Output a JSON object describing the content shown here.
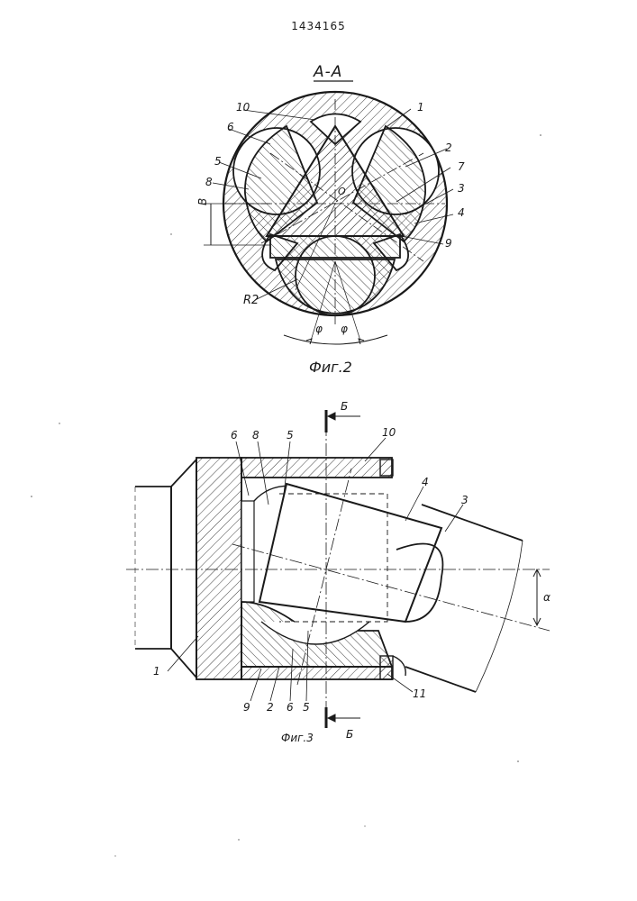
{
  "header": {
    "patent_number": "1434165"
  },
  "figure2": {
    "section_title": "А-А",
    "caption": "Фиг.2",
    "labels": {
      "l10": "10",
      "l1": "1",
      "l6": "6",
      "l2": "2",
      "l5": "5",
      "l7": "7",
      "l8": "8",
      "l3": "3",
      "l4": "4",
      "l9": "9",
      "center": "O",
      "b": "B",
      "r": "R2",
      "phi_left": "φ",
      "phi_right": "φ"
    }
  },
  "figure3": {
    "caption": "Фиг.3",
    "section_mark_top": "Б",
    "section_mark_bottom": "Б",
    "labels": {
      "t6": "6",
      "t8": "8",
      "t5": "5",
      "t10": "10",
      "t4": "4",
      "t3": "3",
      "alpha": "α",
      "b1": "1",
      "b9": "9",
      "b2": "2",
      "b6": "6",
      "b5": "5",
      "b11": "11"
    }
  }
}
